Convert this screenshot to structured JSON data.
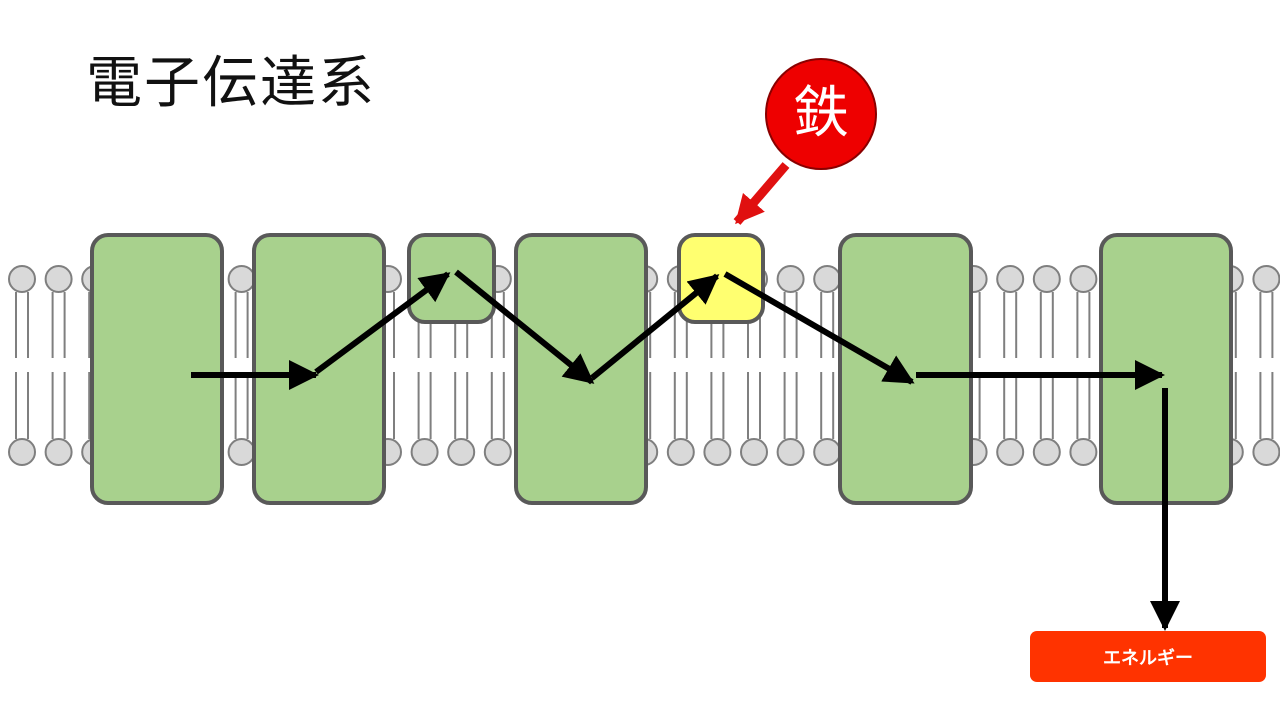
{
  "slide": {
    "title": "電子伝達系",
    "iron_label": "鉄",
    "energy_label": "エネルギー"
  },
  "diagram": {
    "elements": [
      {
        "kind": "membrane",
        "name": "lipid-bilayer"
      },
      {
        "kind": "protein",
        "name": "protein-complex-1"
      },
      {
        "kind": "protein",
        "name": "protein-complex-2"
      },
      {
        "kind": "protein",
        "name": "protein-complex-3"
      },
      {
        "kind": "protein",
        "name": "protein-complex-4"
      },
      {
        "kind": "protein",
        "name": "iron-protein"
      },
      {
        "kind": "protein",
        "name": "protein-complex-6"
      },
      {
        "kind": "protein",
        "name": "protein-complex-7"
      }
    ]
  },
  "colors": {
    "protein_fill": "#a8d18d",
    "protein_stroke": "#595959",
    "iron_protein_fill": "#ffff70",
    "badge_fill": "#ee0000",
    "badge_arrow": "#e01010",
    "energy_fill": "#ff3300",
    "arrow": "#000000",
    "lipid_head": "#d9d9d9",
    "lipid_stroke": "#7f7f7f"
  }
}
